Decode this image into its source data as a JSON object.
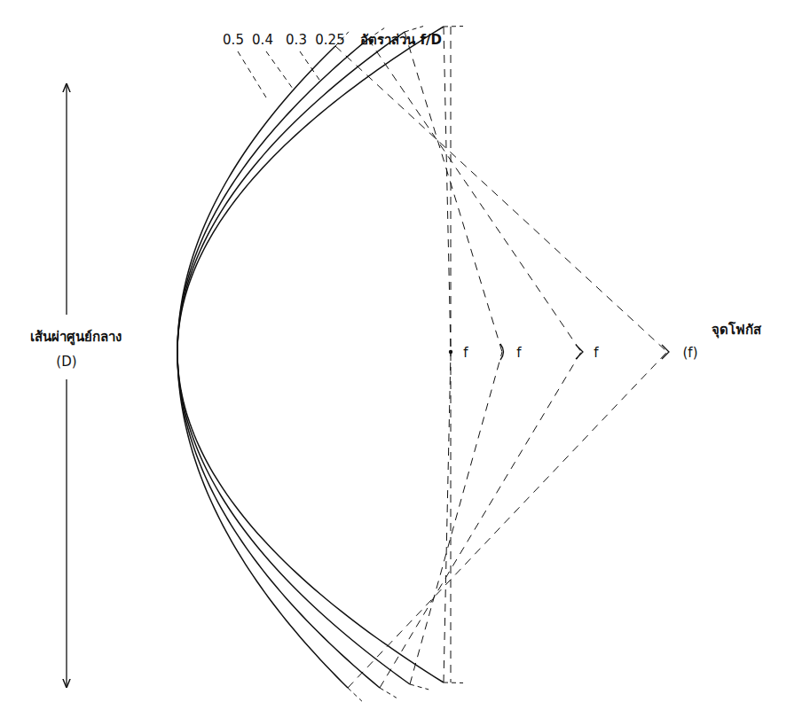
{
  "diagram": {
    "labels": [
      "0.5",
      "0.4",
      "0.3",
      "0.25",
      "อัตราส่วน f/D",
      "เส้นผ่าศูนย์กลาง",
      "(D)",
      "จุดโฟกัส",
      "f",
      "f",
      "f",
      "(f)"
    ]
  }
}
